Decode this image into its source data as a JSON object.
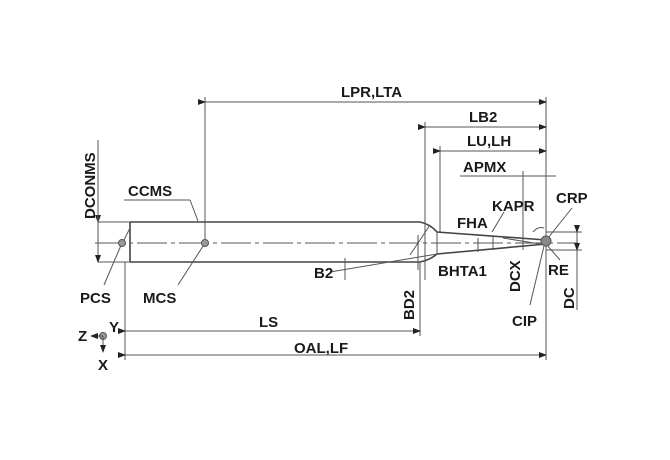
{
  "diagram": {
    "title": "Tool dimension diagram",
    "labels": {
      "lpr": "LPR,LTA",
      "lb2": "LB2",
      "lu": "LU,LH",
      "apmx": "APMX",
      "kapr": "KAPR",
      "crp": "CRP",
      "fha": "FHA",
      "dconms": "DCONMS",
      "ccms": "CCMS",
      "b2": "B2",
      "bhta1": "BHTA1",
      "dcx": "DCX",
      "re": "RE",
      "dc": "DC",
      "bd2": "BD2",
      "cip": "CIP",
      "pcs": "PCS",
      "mcs": "MCS",
      "ls": "LS",
      "oal": "OAL,LF",
      "axis_z": "Z",
      "axis_y": "Y",
      "axis_x": "X"
    },
    "colors": {
      "line": "#444444",
      "text": "#1a1a1a",
      "background": "#ffffff"
    }
  }
}
